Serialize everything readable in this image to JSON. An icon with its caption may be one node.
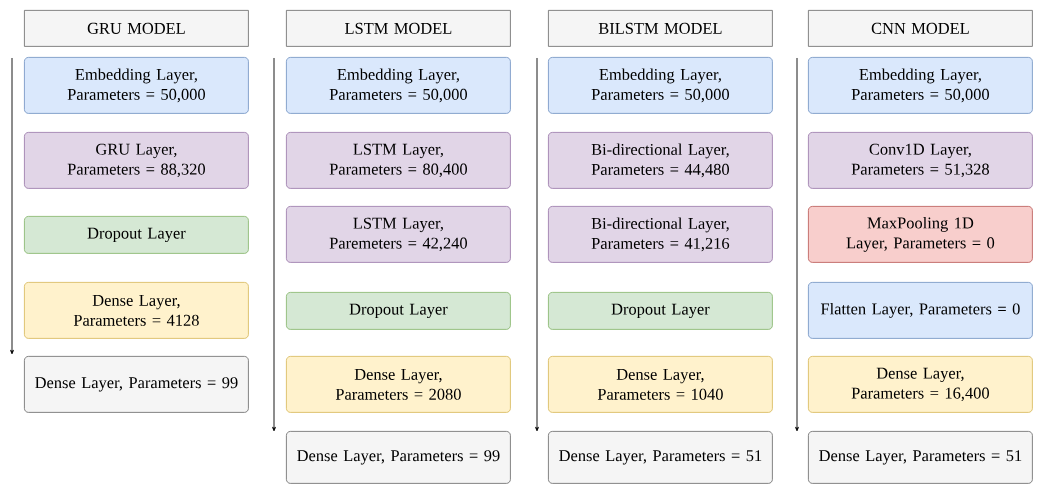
{
  "diagram": {
    "nodes": [
      {
        "text": [
          "GRU MODEL"
        ]
      },
      {
        "text": [
          "Embedding Layer, Parameters = 50,000"
        ]
      },
      {
        "text": [
          "GRU Layer, Parameters = 88,320"
        ]
      },
      {
        "text": [
          "Dropout Layer"
        ]
      },
      {
        "text": [
          "Dense Layer, Parameters = 4128"
        ]
      },
      {
        "text": [
          "Dense Layer, Parameters = 99"
        ]
      },
      {
        "text": [
          "LSTM MODEL"
        ]
      },
      {
        "text": [
          "Embedding Layer, Parameters = 50,000"
        ]
      },
      {
        "text": [
          "LSTM Layer, Parameters = 80,400"
        ]
      },
      {
        "text": [
          "LSTM Layer, Paremeters = 42,240"
        ]
      },
      {
        "text": [
          "Dropout Layer"
        ]
      },
      {
        "text": [
          "Dense Layer, Parameters = 2080"
        ]
      },
      {
        "text": [
          "Dense Layer, Parameters = 99"
        ]
      },
      {
        "text": [
          "BILSTM MODEL"
        ]
      },
      {
        "text": [
          "Embedding Layer, Parameters = 50,000"
        ]
      },
      {
        "text": [
          "Bi-directional Layer, Parameters = 44,480"
        ]
      },
      {
        "text": [
          "Bi-directional Layer, Parameters = 41,216"
        ]
      },
      {
        "text": [
          "Dropout Layer"
        ]
      },
      {
        "text": [
          "Dense Layer, Parameters = 1040"
        ]
      },
      {
        "text": [
          "Dense Layer, Parameters = 51"
        ]
      },
      {
        "text": [
          "CNN MODEL"
        ]
      },
      {
        "text": [
          "Embedding Layer, Parameters = 50,000"
        ]
      },
      {
        "text": [
          "Conv1D Layer, Parameters = 51,328"
        ]
      },
      {
        "text": [
          "MaxPooling 1D Layer, Parameters = 0"
        ]
      },
      {
        "text": [
          "Flatten Layer, Parameters = 0"
        ]
      },
      {
        "text": [
          "Dense Layer, Parameters = 16,400"
        ]
      },
      {
        "text": [
          "Dense Layer, Parameters = 51"
        ]
      }
    ]
  }
}
